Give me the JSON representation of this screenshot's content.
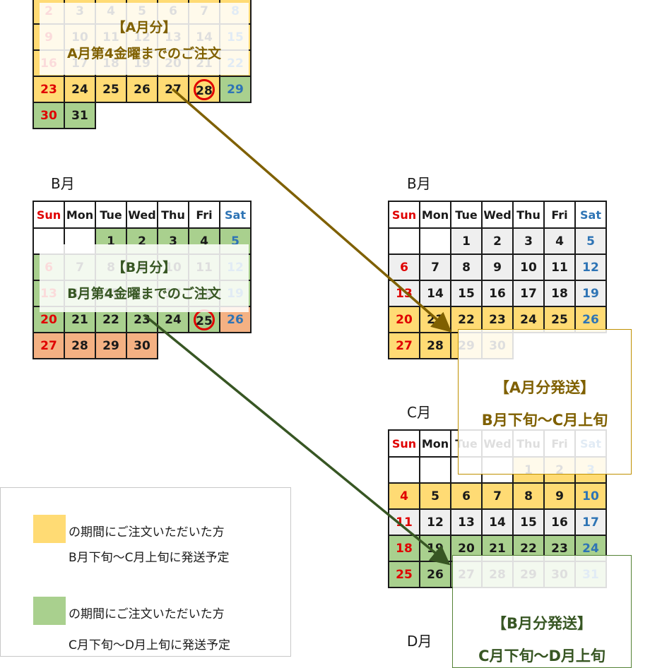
{
  "weekdays": [
    "Sun",
    "Mon",
    "Tue",
    "Wed",
    "Thu",
    "Fri",
    "Sat"
  ],
  "month_labels": {
    "b_left": "B月",
    "b_right": "B月",
    "c": "C月",
    "d": "D月"
  },
  "top_calendar": {
    "rows": [
      [
        "2",
        "3",
        "4",
        "5",
        "6",
        "7",
        "8"
      ],
      [
        "9",
        "10",
        "11",
        "12",
        "13",
        "14",
        "15"
      ],
      [
        "16",
        "17",
        "18",
        "19",
        "20",
        "21",
        "22"
      ],
      [
        "23",
        "24",
        "25",
        "26",
        "27",
        "28",
        "29"
      ],
      [
        "30",
        "31"
      ]
    ]
  },
  "cal_b_left": {
    "rows": [
      [
        "",
        "",
        "1",
        "2",
        "3",
        "4",
        "5"
      ],
      [
        "6",
        "7",
        "8",
        "9",
        "10",
        "11",
        "12"
      ],
      [
        "13",
        "14",
        "15",
        "16",
        "17",
        "18",
        "19"
      ],
      [
        "20",
        "21",
        "22",
        "23",
        "24",
        "25",
        "26"
      ],
      [
        "27",
        "28",
        "29",
        "30"
      ]
    ]
  },
  "cal_b_right": {
    "rows": [
      [
        "",
        "",
        "1",
        "2",
        "3",
        "4",
        "5"
      ],
      [
        "6",
        "7",
        "8",
        "9",
        "10",
        "11",
        "12"
      ],
      [
        "13",
        "14",
        "15",
        "16",
        "17",
        "18",
        "19"
      ],
      [
        "20",
        "21",
        "22",
        "23",
        "24",
        "25",
        "26"
      ],
      [
        "27",
        "28",
        "29",
        "30"
      ]
    ]
  },
  "cal_c": {
    "rows": [
      [
        "",
        "",
        "",
        "",
        "1",
        "2",
        "3"
      ],
      [
        "4",
        "5",
        "6",
        "7",
        "8",
        "9",
        "10"
      ],
      [
        "11",
        "12",
        "13",
        "14",
        "15",
        "16",
        "17"
      ],
      [
        "18",
        "19",
        "20",
        "21",
        "22",
        "23",
        "24"
      ],
      [
        "25",
        "26",
        "27",
        "28",
        "29",
        "30",
        "31"
      ]
    ]
  },
  "overlays": {
    "a_order": {
      "line1": "【A月分】",
      "line2": "A月第4金曜までのご注文"
    },
    "b_order": {
      "line1": "【B月分】",
      "line2": "B月第4金曜までのご注文"
    },
    "a_ship": {
      "line1": "【A月分発送】",
      "line2": "B月下旬～C月上旬"
    },
    "b_ship": {
      "line1": "【B月分発送】",
      "line2": "C月下旬～D月上旬"
    }
  },
  "legend": {
    "yellow_line1": "の期間にご注文いただいた方",
    "yellow_line2": "B月下旬～C月上旬に発送予定",
    "green_line1": "の期間にご注文いただいた方",
    "green_line2": "C月下旬～D月上旬に発送予定"
  },
  "colors": {
    "yellow": "#ffdb74",
    "green": "#a9d08e",
    "orange": "#f4b183",
    "arrow_a": "#7f6000",
    "arrow_b": "#375623",
    "sun": "#e00000",
    "sat": "#2e74b5"
  }
}
